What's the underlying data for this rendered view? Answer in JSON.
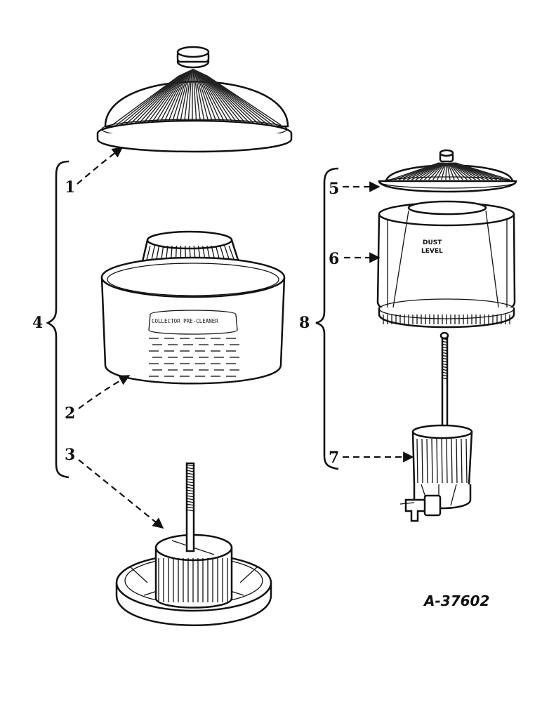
{
  "figure_number": "A-37602",
  "callouts": [
    "1",
    "2",
    "3",
    "4",
    "5",
    "6",
    "7",
    "8"
  ],
  "part_labels": {
    "collector_header": "COLLECTOR PRE-CLEANER",
    "dust_level": [
      "DUST",
      "LEVEL"
    ]
  }
}
